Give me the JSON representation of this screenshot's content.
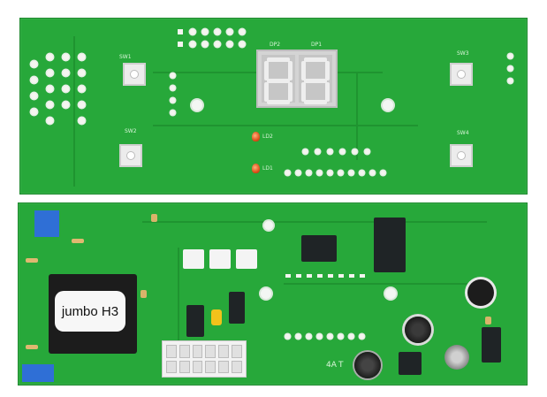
{
  "boards": [
    {
      "id": "control-board",
      "display_labels": [
        "DP2",
        "DP1"
      ],
      "switch_labels": [
        "SW1",
        "SW2",
        "SW3",
        "SW4"
      ],
      "led_labels": [
        "LD2",
        "LD1"
      ]
    },
    {
      "id": "power-board",
      "relay_label": "jumbo H3",
      "silkscreen": [
        "4A",
        "T"
      ]
    }
  ],
  "colors": {
    "pcb_green": "#27a83a",
    "hole_white": "#f3f6f3",
    "display_gray": "#d4d4d4",
    "led_orange": "#e0531e",
    "ic_black": "#1f2426",
    "terminal_blue": "#2f6fd6"
  }
}
